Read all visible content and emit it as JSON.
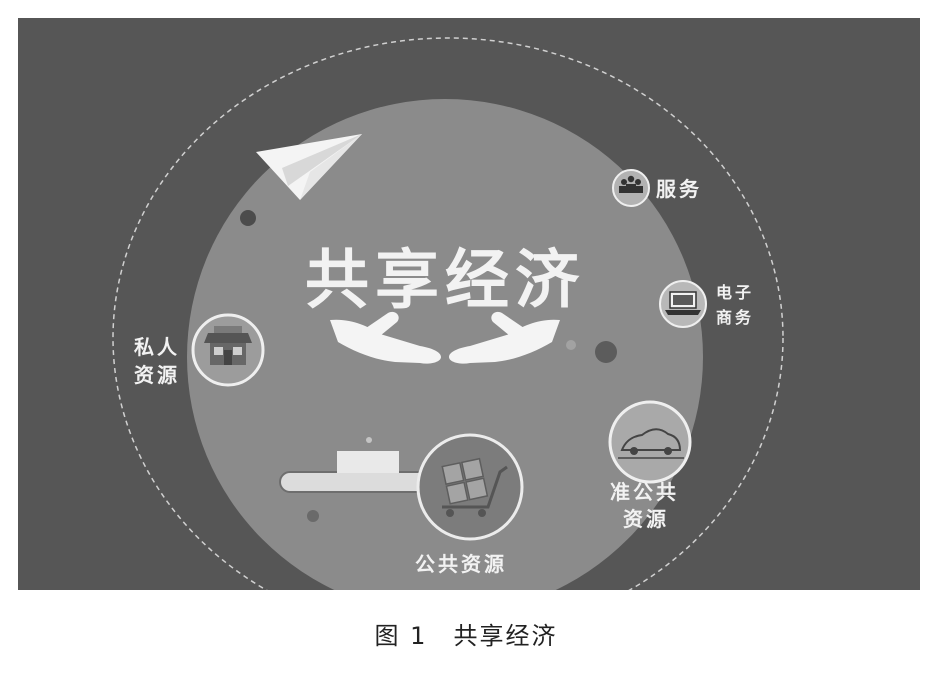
{
  "diagram": {
    "title": "共享经济",
    "nodes": [
      {
        "lines": [
          "服务"
        ],
        "icon": "people-icon"
      },
      {
        "lines": [
          "电子",
          "商务"
        ],
        "icon": "laptop-icon"
      },
      {
        "lines": [
          "私人",
          "资源"
        ],
        "icon": "shop-icon"
      },
      {
        "lines": [
          "准公共",
          "资源"
        ],
        "icon": "car-icon"
      },
      {
        "lines": [
          "公共资源"
        ],
        "icon": "cart-icon"
      }
    ],
    "colors": {
      "background": "#565656",
      "inner_circle": "#8b8b8b",
      "text": "#f2f2f2",
      "dashed_ring": "#d0d0d0"
    }
  },
  "caption": {
    "label": "图 1",
    "text": "共享经济"
  }
}
